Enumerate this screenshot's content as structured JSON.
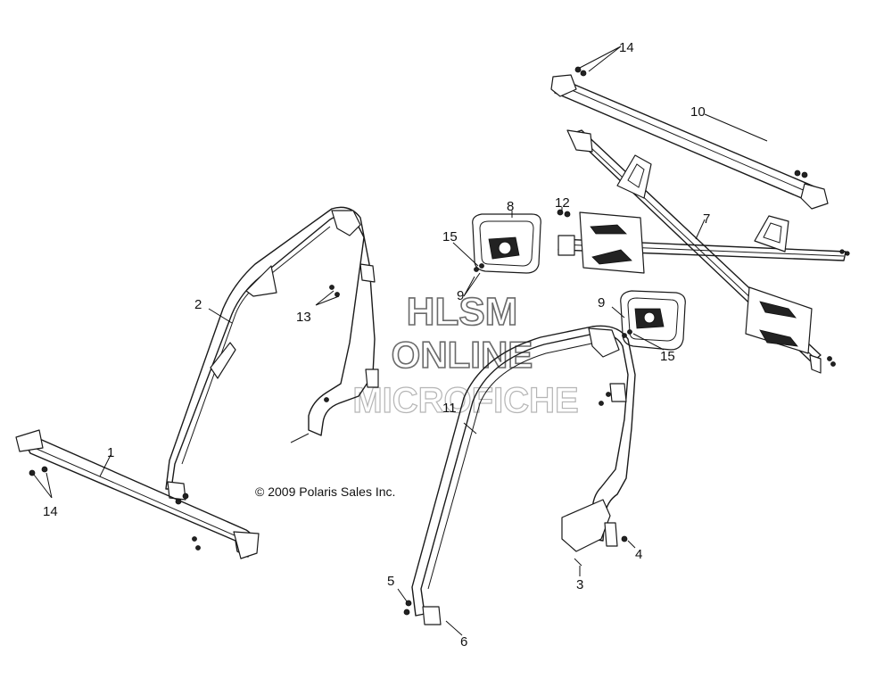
{
  "callouts": {
    "c1": "1",
    "c2": "2",
    "c3": "3",
    "c4": "4",
    "c5": "5",
    "c6": "6",
    "c7": "7",
    "c8": "8",
    "c9a": "9",
    "c9b": "9",
    "c10": "10",
    "c11": "11",
    "c12": "12",
    "c13": "13",
    "c14a": "14",
    "c14b": "14",
    "c15a": "15",
    "c15b": "15"
  },
  "copyright": "© 2009 Polaris Sales Inc.",
  "watermark": {
    "line1": "HLSM",
    "line2": "ONLINE",
    "line3": "MICROFICHE"
  },
  "colors": {
    "line": "#1a1a1a",
    "background": "#ffffff",
    "watermark_stroke": "#6a6a6a"
  }
}
